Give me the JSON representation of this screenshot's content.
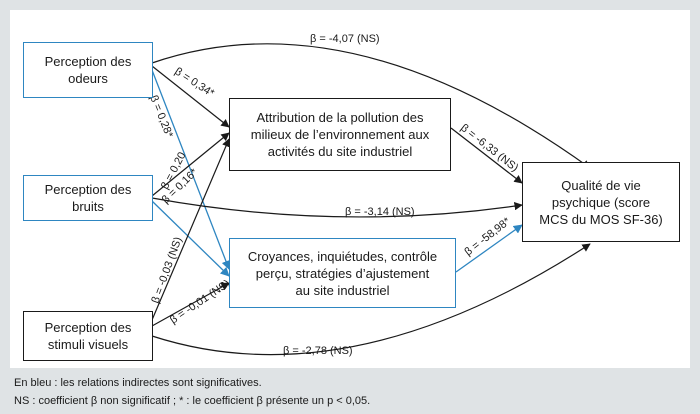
{
  "nodes": {
    "odeurs": "Perception des\nodeurs",
    "bruits": "Perception des\nbruits",
    "visuels": "Perception des\nstimuli visuels",
    "attribution": "Attribution de la pollution des\nmilieux de l’environnement aux\nactivités du site industriel",
    "croyances": "Croyances, inquiétudes, contrôle\nperçu, stratégies d’ajustement\nau site industriel",
    "qualite": "Qualité de vie\npsychique (score\nMCS du MOS SF-36)"
  },
  "paths": {
    "odeurs_qualite": "β = -4,07 (NS)",
    "odeurs_attribution": "β = 0,34*",
    "odeurs_croyances": "β = 0,28*",
    "bruits_attribution": "β = 0,20",
    "bruits_croyances": "β = 0,16*",
    "bruits_qualite": "β = -3,14 (NS)",
    "visuels_attribution": "β = -0,03 (NS)",
    "visuels_croyances": "β = -0,01 (NS)",
    "visuels_qualite": "β = -2,78 (NS)",
    "attribution_qualite": "β = -6,33 (NS)",
    "croyances_qualite": "β = -58,98*"
  },
  "captions": {
    "line1": "En bleu : les relations indirectes sont significatives.",
    "line2": "NS : coefficient β non significatif ; * : le coefficient β présente un p < 0,05."
  },
  "colors": {
    "background": "#dfe3e5",
    "panel": "#ffffff",
    "significant": "#2e86c1",
    "default": "#1a1a1a"
  }
}
